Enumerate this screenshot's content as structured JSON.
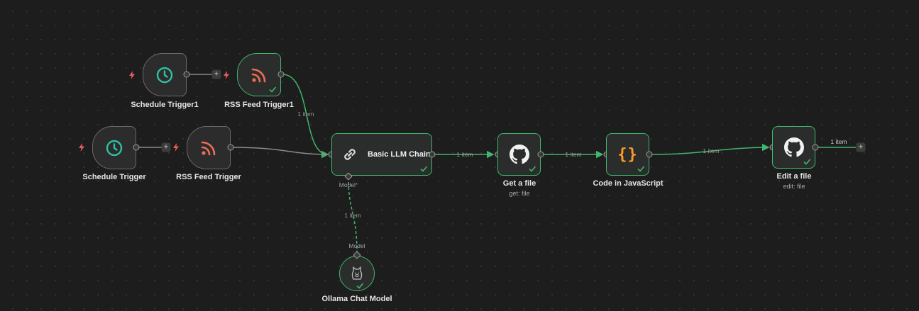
{
  "nodes": {
    "schedule_trigger_1": {
      "title": "Schedule Trigger1",
      "icon": "clock-icon"
    },
    "rss_trigger_1": {
      "title": "RSS Feed Trigger1",
      "icon": "rss-icon"
    },
    "schedule_trigger": {
      "title": "Schedule Trigger",
      "icon": "clock-icon"
    },
    "rss_trigger": {
      "title": "RSS Feed Trigger",
      "icon": "rss-icon"
    },
    "llm_chain": {
      "title": "Basic LLM Chain",
      "icon": "link-icon",
      "model_port": "Model",
      "required_mark": "*"
    },
    "get_file": {
      "title": "Get a file",
      "subtitle": "get: file",
      "icon": "github-icon"
    },
    "code_js": {
      "title": "Code in JavaScript",
      "icon": "braces-icon",
      "glyph": "{}"
    },
    "edit_file": {
      "title": "Edit a file",
      "subtitle": "edit: file",
      "icon": "github-icon"
    },
    "ollama": {
      "title": "Ollama Chat Model",
      "icon": "llama-icon",
      "model_port": "Model"
    }
  },
  "edges": {
    "rss1_to_chain": "1 item",
    "chain_to_getfile": "1 item",
    "getfile_to_code": "1 item",
    "code_to_edit": "1 item",
    "edit_out": "1 item",
    "ollama_to_chain": "1 item"
  },
  "colors": {
    "success": "#3fb66c",
    "trigger_bolt": "#e85a5a",
    "rss": "#ee6d55",
    "clock": "#2fc0a2",
    "code": "#ff9b26"
  }
}
